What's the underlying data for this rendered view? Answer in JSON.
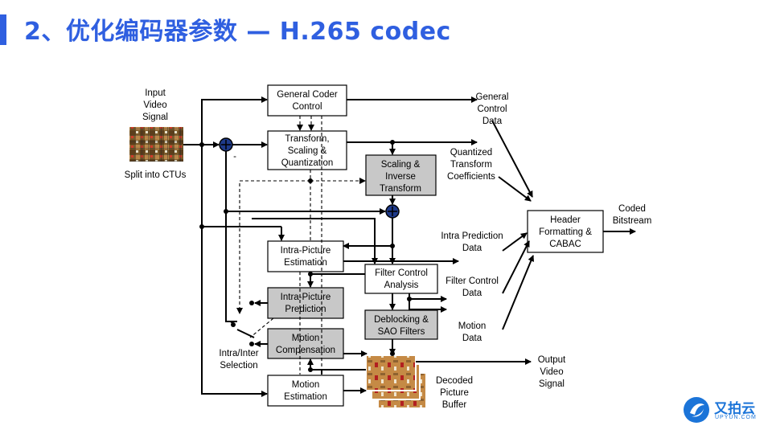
{
  "title": "2、优化编码器参数 — H.265 codec",
  "colors": {
    "accent": "#2f5fe0",
    "gray_box": "#c8c8c8",
    "logo": "#1b74d8"
  },
  "labels": {
    "input_video": [
      "Input",
      "Video",
      "Signal"
    ],
    "split": "Split into CTUs",
    "general_control_data": [
      "General",
      "Control",
      "Data"
    ],
    "quantized": [
      "Quantized",
      "Transform",
      "Coefficients"
    ],
    "coded_bitstream": [
      "Coded",
      "Bitstream"
    ],
    "intra_pred_data": [
      "Intra Prediction",
      "Data"
    ],
    "filter_ctrl_data": [
      "Filter Control",
      "Data"
    ],
    "motion_data": [
      "Motion",
      "Data"
    ],
    "output_video": [
      "Output",
      "Video",
      "Signal"
    ],
    "decoded_buffer": [
      "Decoded",
      "Picture",
      "Buffer"
    ],
    "intra_inter": [
      "Intra/Inter",
      "Selection"
    ],
    "minus": "-"
  },
  "blocks": {
    "general_coder": [
      "General Coder",
      "Control"
    ],
    "transform": [
      "Transform,",
      "Scaling &",
      "Quantization"
    ],
    "scaling_inverse": [
      "Scaling &",
      "Inverse",
      "Transform"
    ],
    "header": [
      "Header",
      "Formatting &",
      "CABAC"
    ],
    "intra_est": [
      "Intra-Picture",
      "Estimation"
    ],
    "filter_ctrl": [
      "Filter Control",
      "Analysis"
    ],
    "intra_pred": [
      "Intra-Picture",
      "Prediction"
    ],
    "deblocking": [
      "Deblocking &",
      "SAO Filters"
    ],
    "motion_comp": [
      "Motion",
      "Compensation"
    ],
    "motion_est": [
      "Motion",
      "Estimation"
    ]
  },
  "logo": {
    "name": "又拍云",
    "sub": "UPYUN.COM",
    "icon": "upyun-logo-icon"
  }
}
